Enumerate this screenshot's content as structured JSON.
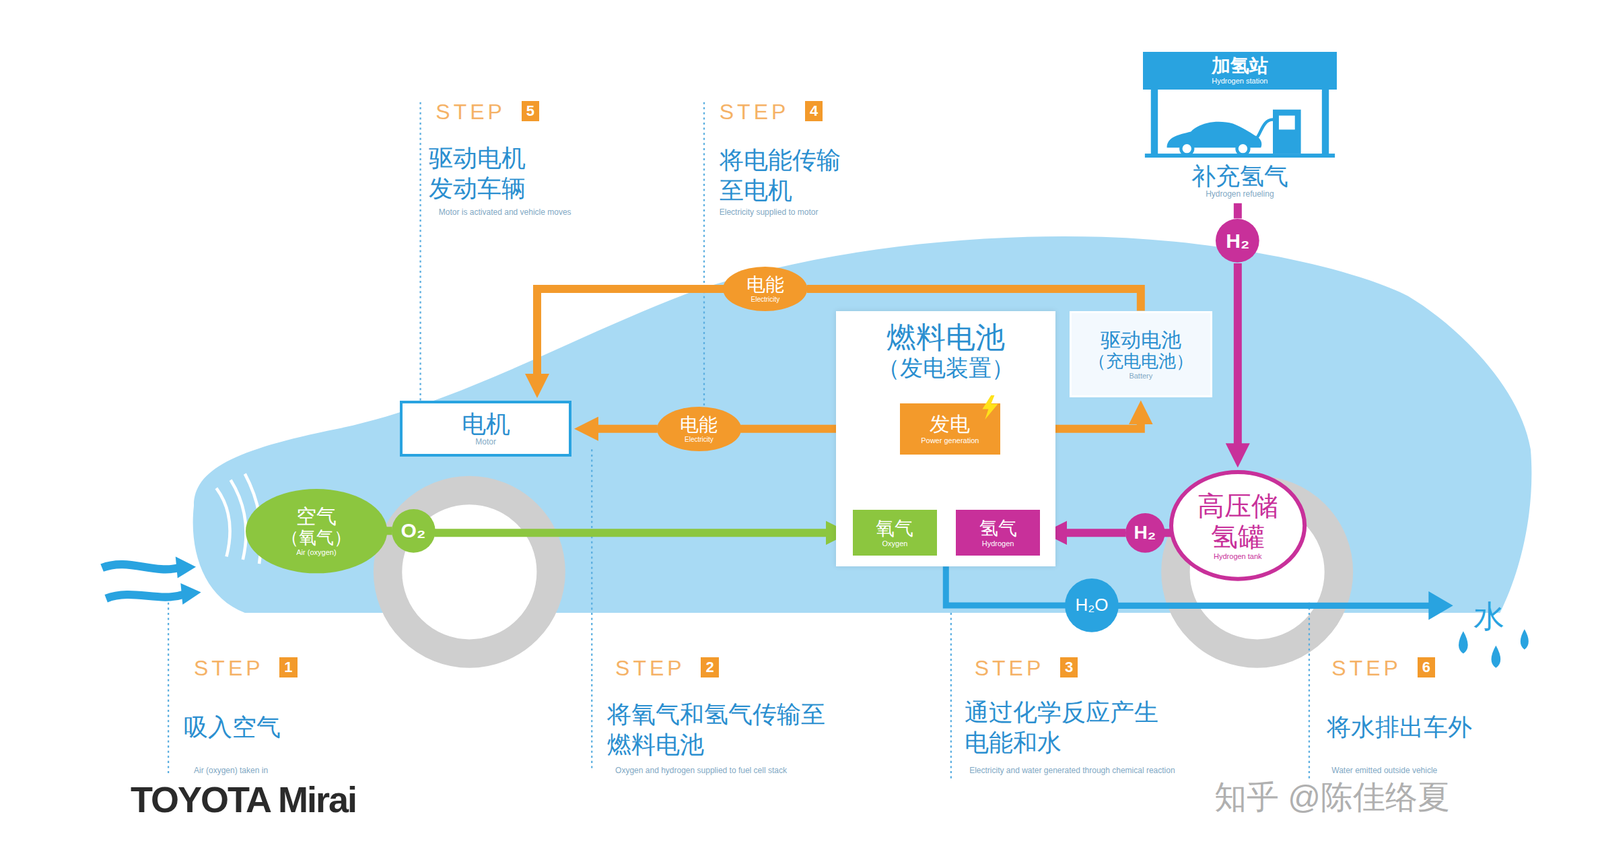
{
  "diagram": {
    "nodes": [
      {
        "text": [
          "加氢站",
          "Hydrogen station",
          "补充氢气",
          "Hydrogen refueling"
        ]
      },
      {
        "text": [
          "H₂"
        ]
      },
      {
        "text": [
          "燃料电池",
          "（发电装置）"
        ]
      },
      {
        "text": [
          "发电",
          "Power generation"
        ],
        "in": 2
      },
      {
        "text": [
          "氧气",
          "Oxygen"
        ],
        "in": 2
      },
      {
        "text": [
          "氢气",
          "Hydrogen"
        ],
        "in": 2
      },
      {
        "text": [
          "驱动电池",
          "（充电电池）",
          "Battery"
        ]
      },
      {
        "text": [
          "电机",
          "Motor"
        ]
      },
      {
        "text": [
          "空气",
          "（氧气）",
          "Air (oxygen)"
        ]
      },
      {
        "text": [
          "O₂"
        ]
      },
      {
        "text": [
          "高压储氢罐",
          "Hydrogen tank"
        ]
      },
      {
        "text": [
          "H₂"
        ]
      },
      {
        "text": [
          "H₂O"
        ]
      },
      {
        "text": [
          "电能",
          "Electricity"
        ]
      },
      {
        "text": [
          "电能",
          "Electricity"
        ]
      }
    ],
    "edges": [
      {
        "from": 0,
        "to": 1,
        "arrow": "none"
      },
      {
        "from": 1,
        "to": 10,
        "arrow": "to"
      },
      {
        "from": 10,
        "to": 11,
        "arrow": "none"
      },
      {
        "from": 11,
        "to": 5,
        "arrow": "to"
      },
      {
        "from": 8,
        "to": 9,
        "arrow": "none"
      },
      {
        "from": 9,
        "to": 4,
        "arrow": "to"
      },
      {
        "from": 4,
        "to": 3,
        "arrow": "none"
      },
      {
        "from": 5,
        "to": 3,
        "arrow": "none"
      },
      {
        "from": 3,
        "to": 13,
        "arrow": "none"
      },
      {
        "from": 13,
        "to": 7,
        "arrow": "to"
      },
      {
        "from": 3,
        "to": 6,
        "arrow": "to"
      },
      {
        "from": 6,
        "to": 14,
        "arrow": "none"
      },
      {
        "from": 14,
        "to": 7,
        "arrow": "to"
      },
      {
        "from": 2,
        "to": 12,
        "arrow": "none"
      }
    ],
    "labels": [
      "STEP",
      "5",
      "驱动电机 发动车辆",
      "Motor is activated and vehicle moves",
      "STEP",
      "4",
      "将电能传输 至电机",
      "Electricity supplied to motor",
      "STEP",
      "1",
      "吸入空气",
      "Air (oxygen) taken in",
      "STEP",
      "2",
      "将氧气和氢气传输至燃料电池",
      "Oxygen and hydrogen supplied to fuel cell stack",
      "STEP",
      "3",
      "通过化学反应产生电能和水",
      "Electricity and water generated through chemical reaction",
      "STEP",
      "6",
      "将水排出车外",
      "Water emitted outside vehicle",
      "水",
      "TOYOTA Mirai",
      "知乎 @陈佳络夏"
    ]
  }
}
